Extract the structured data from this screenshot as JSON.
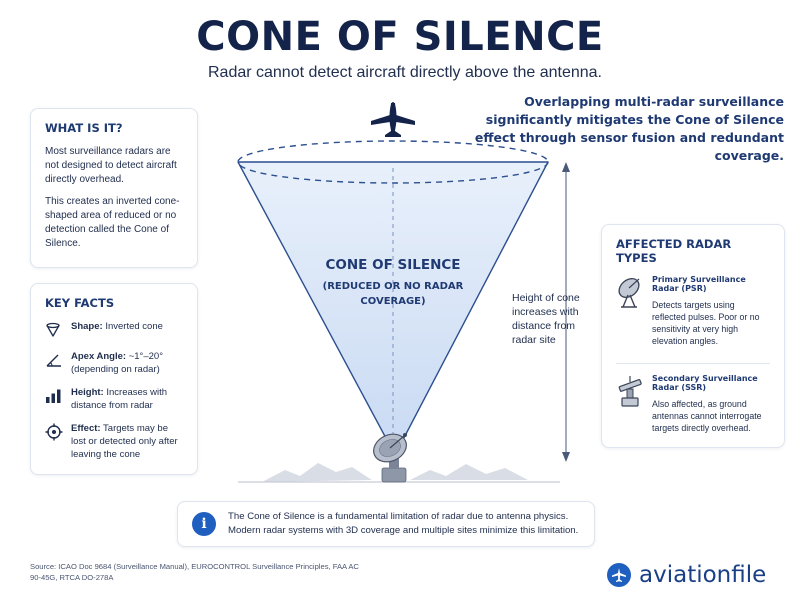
{
  "header": {
    "title": "CONE OF SILENCE",
    "subtitle": "Radar cannot detect aircraft directly above the antenna."
  },
  "note": "Overlapping multi-radar surveillance significantly mitigates the Cone of Silence effect through sensor fusion and redundant coverage.",
  "what_is_it": {
    "heading": "WHAT IS IT?",
    "paragraphs": [
      "Most surveillance radars are not designed to detect aircraft directly overhead.",
      "This creates an inverted cone-shaped area of reduced or no detection called the Cone of Silence."
    ]
  },
  "key_facts": {
    "heading": "KEY FACTS",
    "items": [
      {
        "label": "Shape:",
        "text": "Inverted cone",
        "icon": "inverted-cone-icon"
      },
      {
        "label": "Apex Angle:",
        "text": "~1°–20° (depending on radar)",
        "icon": "angle-icon"
      },
      {
        "label": "Height:",
        "text": "Increases with distance from radar",
        "icon": "bar-chart-icon"
      },
      {
        "label": "Effect:",
        "text": "Targets may be lost or detected only after leaving the cone",
        "icon": "crosshair-icon"
      }
    ]
  },
  "diagram": {
    "cone_title": "CONE OF SILENCE",
    "cone_subtitle": "(REDUCED OR NO RADAR COVERAGE)",
    "height_label": "Height of cone increases with distance from radar site"
  },
  "radar_types": {
    "heading": "AFFECTED RADAR TYPES",
    "items": [
      {
        "title": "Primary Surveillance Radar (PSR)",
        "desc": "Detects targets using reflected pulses. Poor or no sensitivity at very high elevation angles.",
        "icon": "radar-dish-icon"
      },
      {
        "title": "Secondary Surveillance Radar (SSR)",
        "desc": "Also affected, as ground antennas cannot interrogate targets directly overhead.",
        "icon": "ssr-antenna-icon"
      }
    ]
  },
  "info": {
    "text": "The Cone of Silence is a fundamental limitation of radar due to antenna physics. Modern radar systems with 3D coverage and multiple sites minimize this limitation."
  },
  "source": "Source: ICAO Doc 9684 (Surveillance Manual), EUROCONTROL Surveillance Principles, FAA AC 90-45G, RTCA DO-278A",
  "brand": {
    "name": "aviationfile"
  },
  "colors": {
    "accent": "#1f5fbf",
    "navy": "#13234a",
    "cone_fill": "#dce8f8"
  }
}
